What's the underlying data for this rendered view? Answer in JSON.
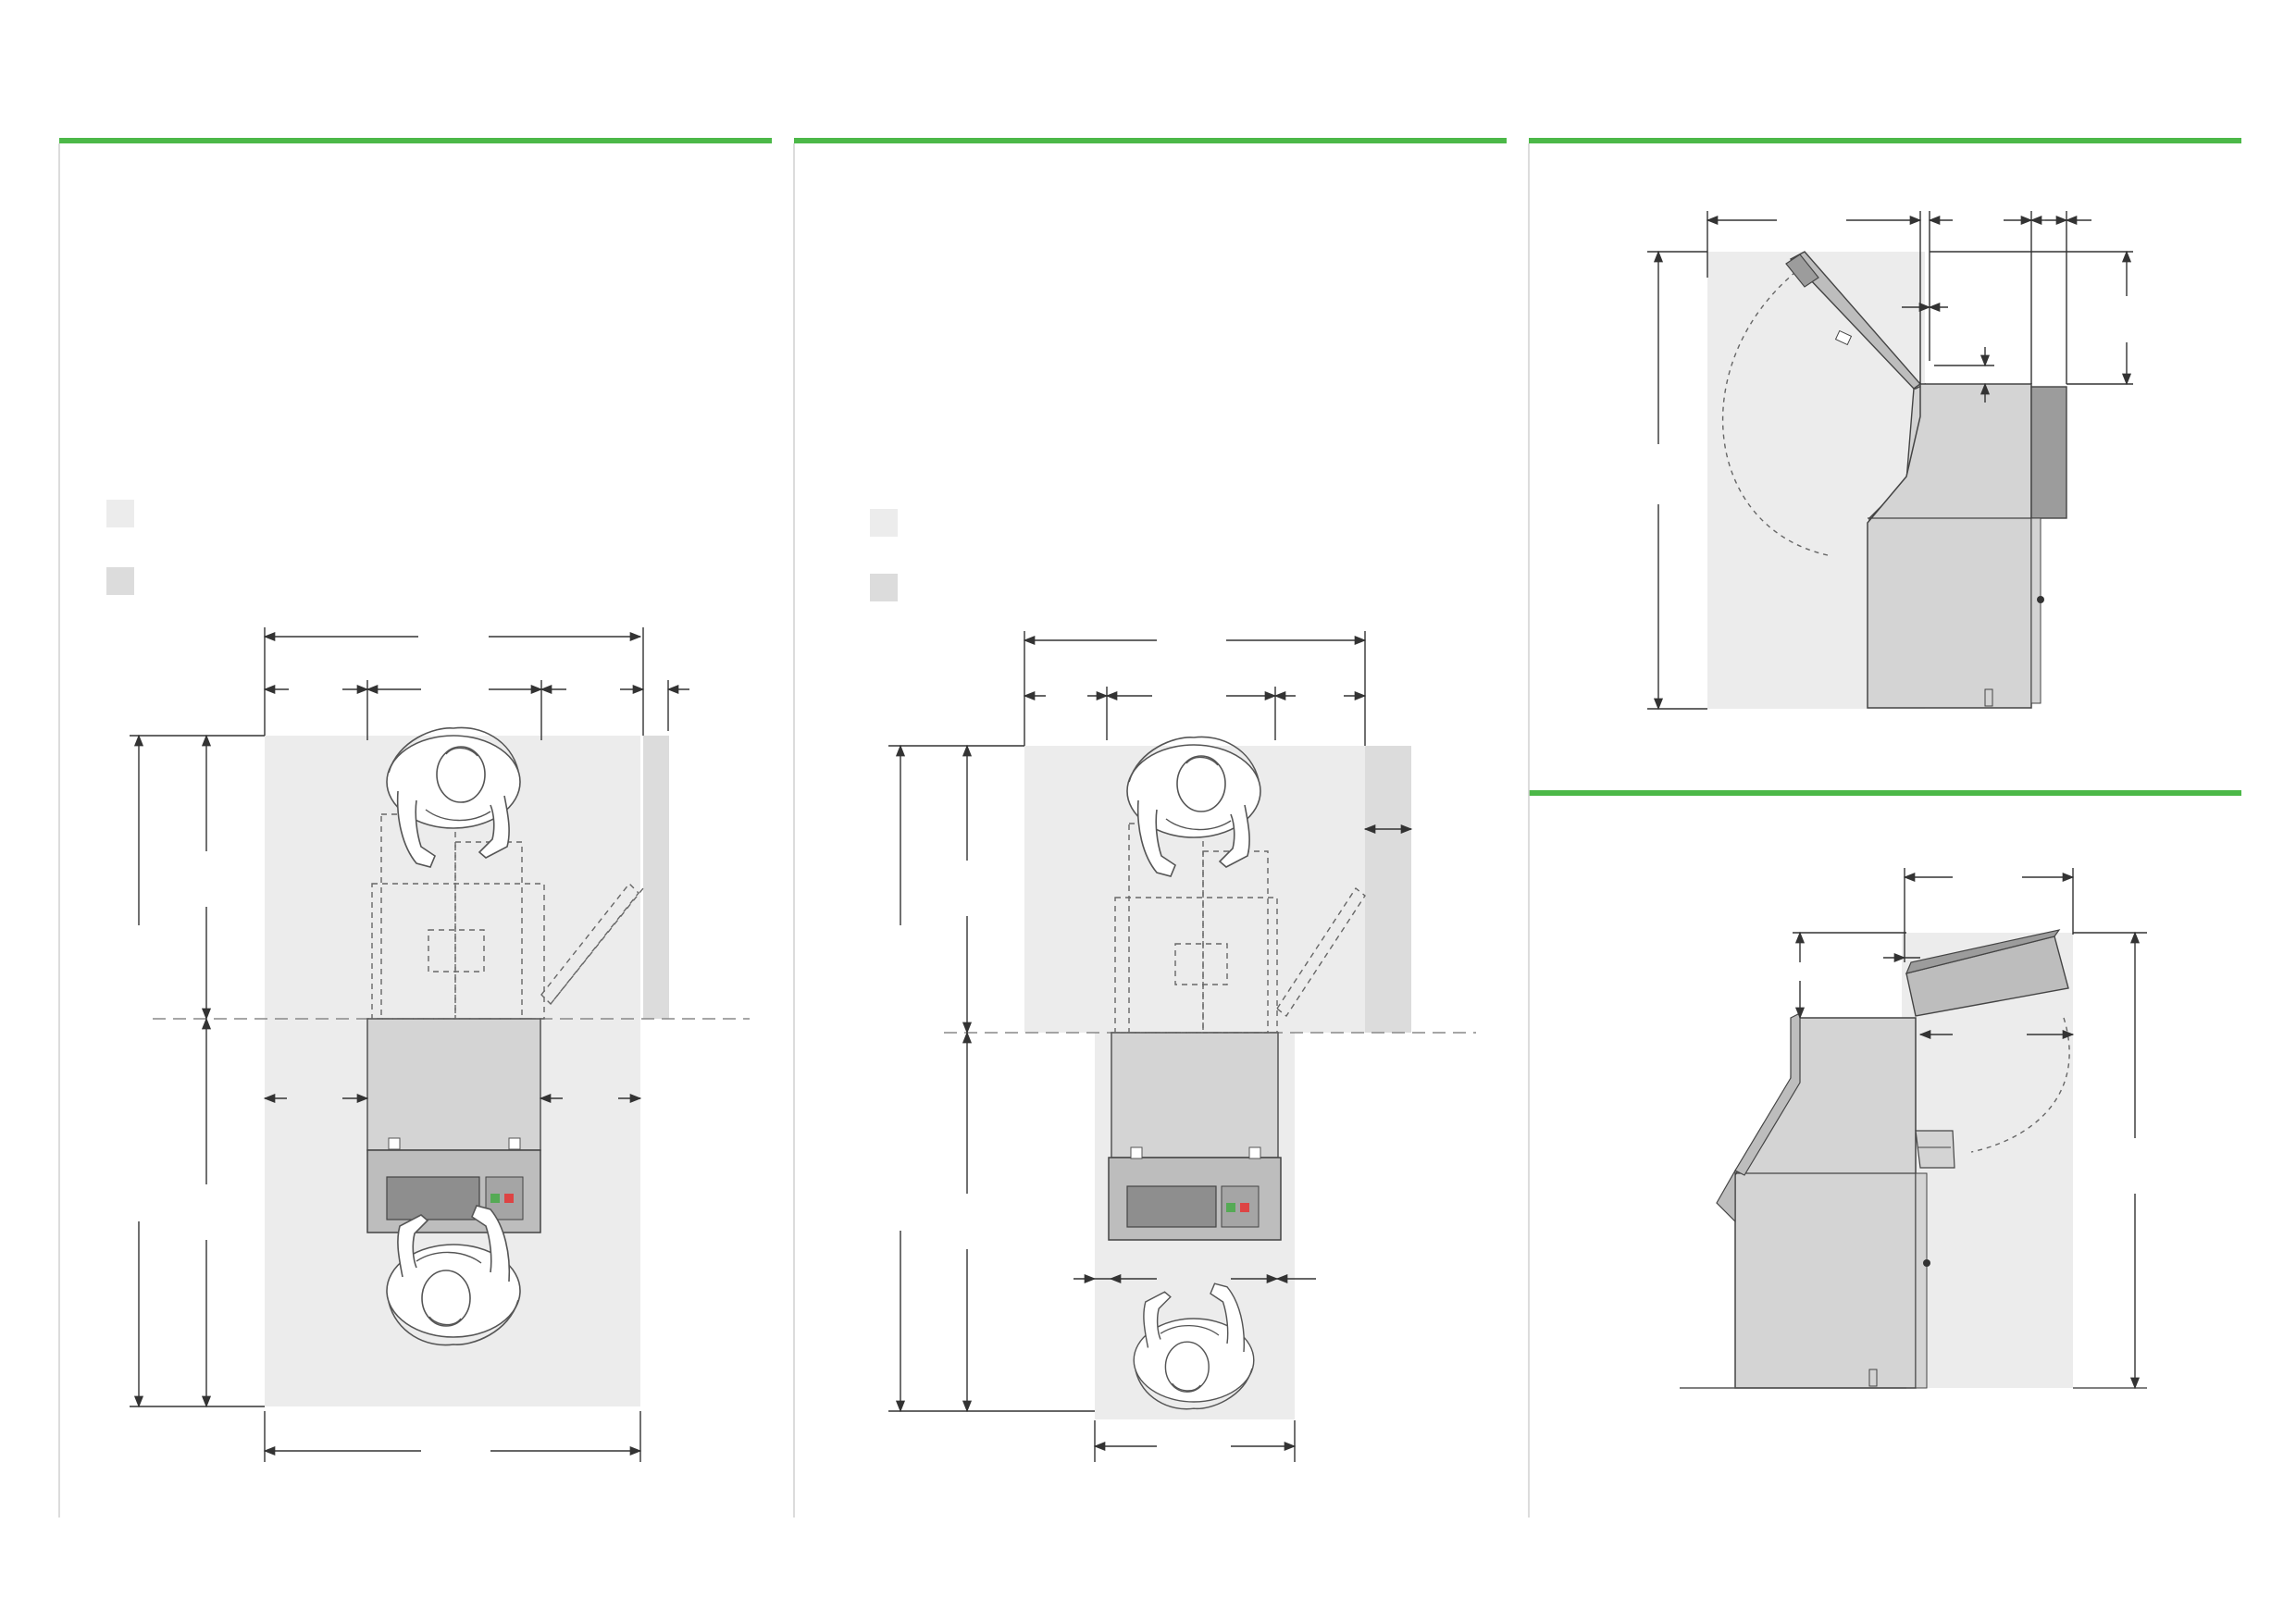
{
  "document": {
    "panels": [
      {
        "id": "plan-view-a",
        "title": ""
      },
      {
        "id": "plan-view-b",
        "title": ""
      },
      {
        "id": "side-view-a",
        "title": ""
      },
      {
        "id": "side-view-b",
        "title": ""
      }
    ]
  },
  "legend": {
    "items": [
      {
        "swatch": "light",
        "label": ""
      },
      {
        "swatch": "medium",
        "label": ""
      }
    ]
  },
  "colors": {
    "accent_rule": "#4cb848",
    "zone_light": "#ececec",
    "zone_medium": "#dcdcdc",
    "machine_body": "#d4d4d4",
    "machine_dark": "#9c9c9c",
    "line": "#444444"
  },
  "icons": [
    "person-operator-icon",
    "arrow-dimension-icon"
  ]
}
